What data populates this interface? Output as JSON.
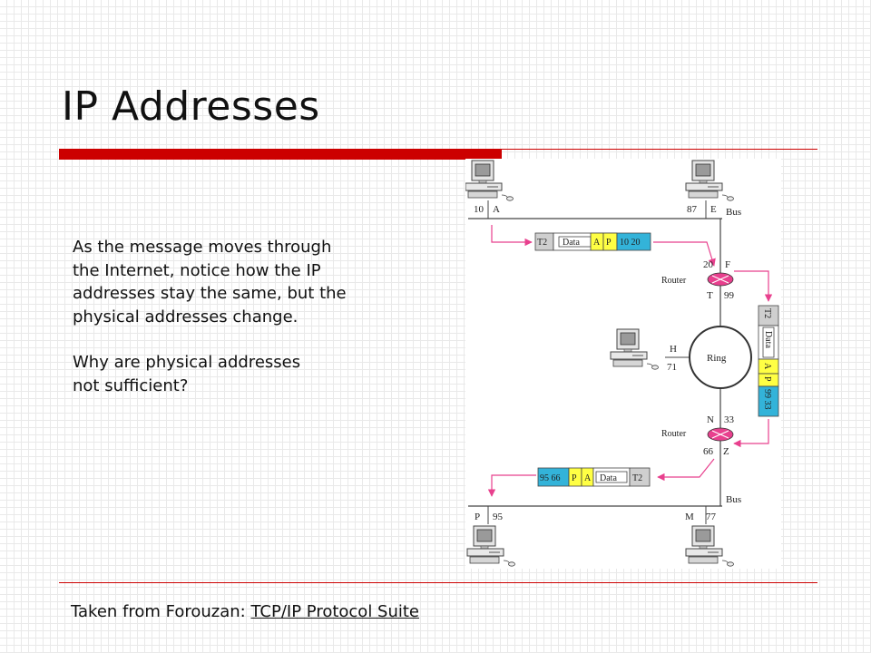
{
  "slide": {
    "title": "IP Addresses",
    "paragraph1_lines": [
      "As the message moves through",
      "the Internet, notice how the IP",
      "addresses stay the same, but the",
      "physical addresses change."
    ],
    "paragraph2_lines": [
      "Why are physical addresses",
      "not sufficient?"
    ],
    "credit_prefix": "Taken from Forouzan: ",
    "credit_book": "TCP/IP Protocol Suite"
  },
  "diagram": {
    "hosts": {
      "A": {
        "phys": "10",
        "name": "A"
      },
      "E": {
        "phys": "87",
        "name": "E"
      },
      "H": {
        "name": "H",
        "phys": "71"
      },
      "P": {
        "name": "P",
        "phys": "95"
      },
      "M": {
        "name": "M",
        "phys": "77"
      }
    },
    "router1": {
      "label": "Router",
      "top_phys": "20",
      "top_name": "F",
      "bottom_name": "T",
      "bottom_phys": "99"
    },
    "router2": {
      "label": "Router",
      "top_name": "N",
      "top_phys": "33",
      "bottom_phys": "66",
      "bottom_name": "Z"
    },
    "ring_label": "Ring",
    "bus_label": "Bus",
    "frame1": {
      "trailer": "T2",
      "data": "Data",
      "ip_a": "A",
      "ip_p": "P",
      "phys": "10 20"
    },
    "frame2": {
      "trailer": "T2",
      "data": "Data",
      "ip_a": "A",
      "ip_p": "P",
      "phys": "99 33"
    },
    "frame3": {
      "phys": "95 66",
      "ip_p": "P",
      "ip_a": "A",
      "data": "Data",
      "trailer": "T2"
    },
    "colors": {
      "phys": "#33b3d9",
      "ip": "#ffff44",
      "trailer": "#cfcfcf",
      "arrow": "#e8408e",
      "title_bar": "#cc0000"
    }
  }
}
